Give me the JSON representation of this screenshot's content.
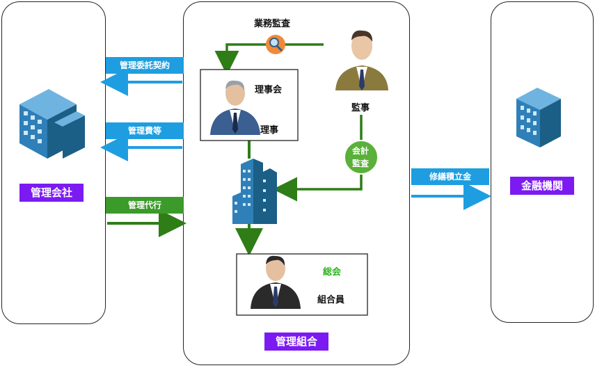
{
  "left_panel": {
    "label": "管理会社",
    "icon": "office-building-icon"
  },
  "center_panel": {
    "label": "管理組合"
  },
  "right_panel": {
    "label": "金融機関",
    "icon": "bank-building-icon"
  },
  "flows": {
    "management_contract": "管理委託契約",
    "management_fees": "管理費等",
    "management_agency": "管理代行",
    "repair_reserve": "修繕積立金"
  },
  "audit": {
    "business_audit": "業務監査",
    "accounting_audit_line1": "会計",
    "accounting_audit_line2": "監査",
    "auditor": "監事",
    "magnifier_icon": "magnifier-icon"
  },
  "board": {
    "title": "理事会",
    "member": "理事"
  },
  "assembly": {
    "title": "総会",
    "member": "組合員"
  },
  "colors": {
    "purple": "#7b1bf2",
    "blue": "#1e9ee0",
    "green": "#3c9a2a",
    "dark_green": "#2e7d16",
    "building_blue": "#1b5f86"
  }
}
